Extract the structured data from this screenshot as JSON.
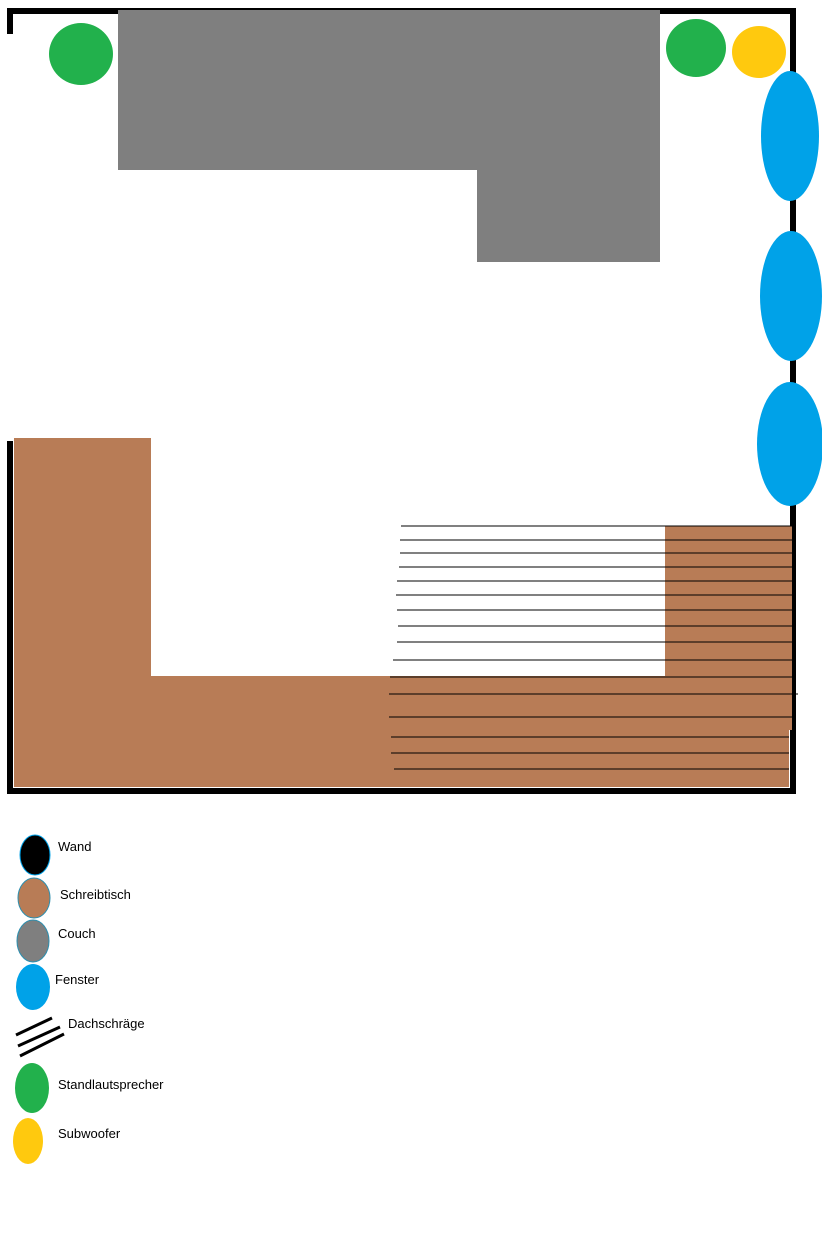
{
  "colors": {
    "wall": "#000000",
    "desk": "#b87c56",
    "couch": "#7f7f7f",
    "window": "#00a2e8",
    "speaker": "#22b14c",
    "subwoofer": "#ffc90e",
    "background": "#ffffff"
  },
  "legend": {
    "wall": "Wand",
    "desk": "Schreibtisch",
    "couch": "Couch",
    "window": "Fenster",
    "slope": "Dachschräge",
    "speaker": "Standlautsprecher",
    "subwoofer": "Subwoofer"
  },
  "icons": {
    "wall": "wall-swatch-icon",
    "desk": "desk-swatch-icon",
    "couch": "couch-swatch-icon",
    "window": "window-swatch-icon",
    "slope": "roof-slope-lines-icon",
    "speaker": "speaker-swatch-icon",
    "subwoofer": "subwoofer-swatch-icon"
  }
}
